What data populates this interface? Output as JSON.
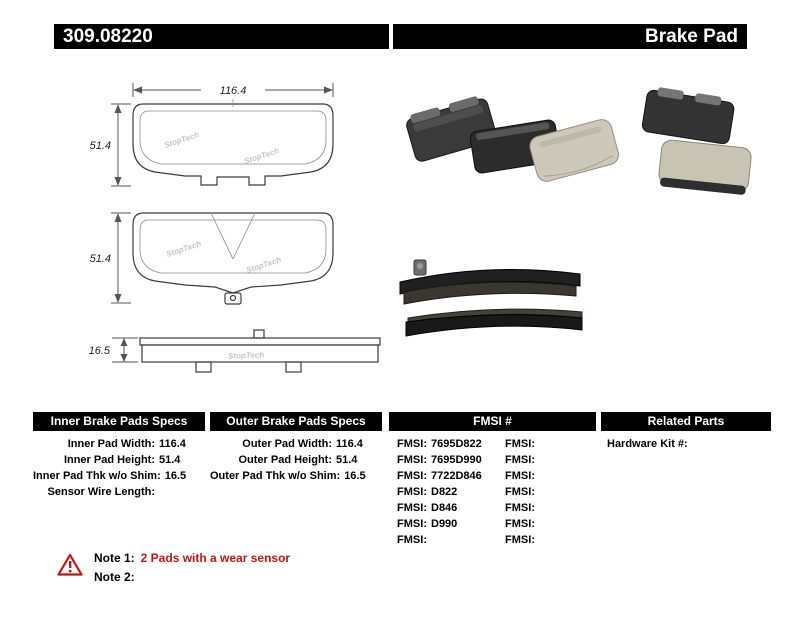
{
  "header": {
    "part_number": "309.08220",
    "product_name": "Brake Pad"
  },
  "drawings": {
    "front_view": {
      "width_dim": "116.4",
      "height_dim": "51.4"
    },
    "inner_view": {
      "height_dim": "51.4"
    },
    "side_view": {
      "thickness_dim": "16.5"
    },
    "watermark": "StopTech"
  },
  "spec_tables": {
    "inner": {
      "title": "Inner Brake Pads Specs",
      "rows": [
        {
          "label": "Inner Pad Width:",
          "value": "116.4"
        },
        {
          "label": "Inner Pad Height:",
          "value": "51.4"
        },
        {
          "label": "Inner Pad Thk w/o Shim:",
          "value": "16.5"
        },
        {
          "label": "Sensor Wire Length:",
          "value": ""
        }
      ]
    },
    "outer": {
      "title": "Outer Brake Pads Specs",
      "rows": [
        {
          "label": "Outer Pad Width:",
          "value": "116.4"
        },
        {
          "label": "Outer Pad Height:",
          "value": "51.4"
        },
        {
          "label": "Outer Pad Thk w/o Shim:",
          "value": "16.5"
        }
      ]
    },
    "fmsi": {
      "title": "FMSI #",
      "left_rows": [
        {
          "label": "FMSI:",
          "value": "7695D822"
        },
        {
          "label": "FMSI:",
          "value": "7695D990"
        },
        {
          "label": "FMSI:",
          "value": "7722D846"
        },
        {
          "label": "FMSI:",
          "value": "D822"
        },
        {
          "label": "FMSI:",
          "value": "D846"
        },
        {
          "label": "FMSI:",
          "value": "D990"
        },
        {
          "label": "FMSI:",
          "value": ""
        }
      ],
      "right_rows": [
        {
          "label": "FMSI:",
          "value": ""
        },
        {
          "label": "FMSI:",
          "value": ""
        },
        {
          "label": "FMSI:",
          "value": ""
        },
        {
          "label": "FMSI:",
          "value": ""
        },
        {
          "label": "FMSI:",
          "value": ""
        },
        {
          "label": "FMSI:",
          "value": ""
        },
        {
          "label": "FMSI:",
          "value": ""
        }
      ]
    },
    "related": {
      "title": "Related Parts",
      "rows": [
        {
          "label": "Hardware Kit #:",
          "value": ""
        }
      ]
    }
  },
  "notes": {
    "note1_label": "Note 1:",
    "note1_text": "2 Pads with a wear sensor",
    "note2_label": "Note 2:",
    "note2_text": ""
  },
  "colors": {
    "header_bg": "#000000",
    "accent_red": "#cc1111"
  }
}
